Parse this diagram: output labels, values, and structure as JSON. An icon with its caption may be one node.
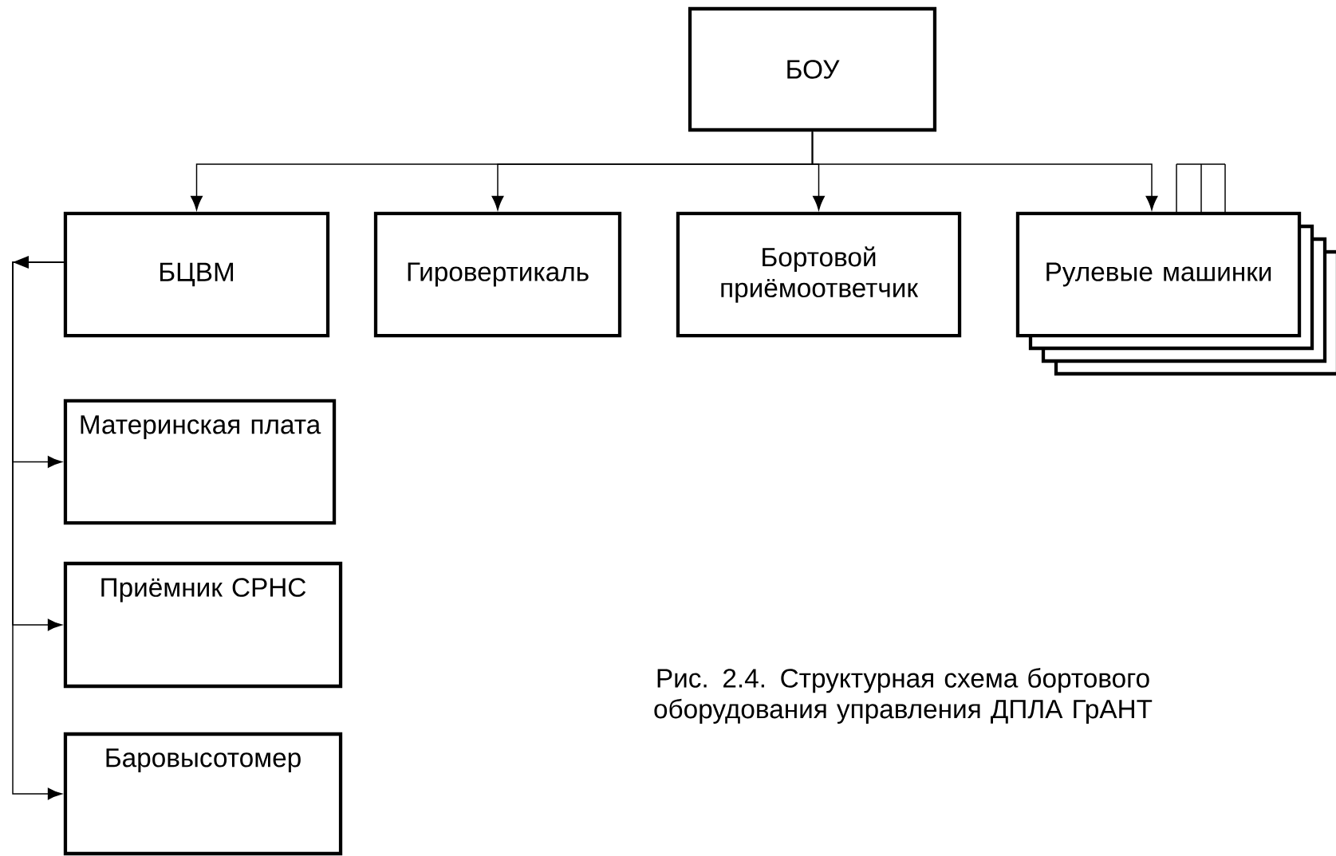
{
  "diagram": {
    "caption": "Рис. 2.4. Структурная схема бортового оборудования управления ДПЛА ГрАНТ",
    "nodes": [
      {
        "text": [
          "БОУ"
        ]
      },
      {
        "text": [
          "БЦВМ"
        ]
      },
      {
        "text": [
          "Гировертикаль"
        ]
      },
      {
        "text": [
          "Бортовой приёмоответчик"
        ]
      },
      {
        "text": [
          "Рулевые машинки"
        ]
      },
      {
        "text": [
          "Материнская плата"
        ]
      },
      {
        "text": [
          "Приёмник СРНС"
        ]
      },
      {
        "text": [
          "Баровысотомер"
        ]
      }
    ],
    "edges": [
      {
        "from": 0,
        "to": 1,
        "arrow": "to"
      },
      {
        "from": 0,
        "to": 2,
        "arrow": "to"
      },
      {
        "from": 0,
        "to": 3,
        "arrow": "to"
      },
      {
        "from": 0,
        "to": 4,
        "arrow": "to"
      },
      {
        "from": 1,
        "to": 5,
        "arrow": "to"
      },
      {
        "from": 1,
        "to": 6,
        "arrow": "to"
      },
      {
        "from": 1,
        "to": 7,
        "arrow": "to"
      }
    ]
  }
}
